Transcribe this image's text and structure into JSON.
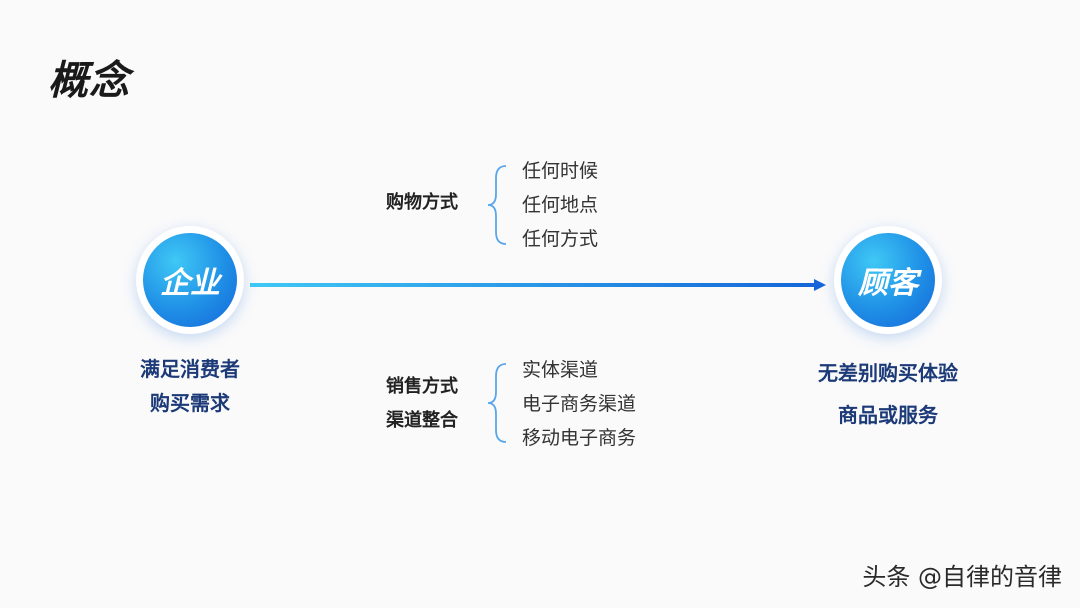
{
  "title": "概念",
  "left_node": {
    "label": "企业",
    "description": [
      "满足消费者",
      "购买需求"
    ]
  },
  "right_node": {
    "label": "顾客",
    "description": [
      "无差别购买体验",
      "商品或服务"
    ]
  },
  "top_group": {
    "labels": [
      "购物方式"
    ],
    "items": [
      "任何时候",
      "任何地点",
      "任何方式"
    ]
  },
  "bottom_group": {
    "labels": [
      "销售方式",
      "渠道整合"
    ],
    "items": [
      "实体渠道",
      "电子商务渠道",
      "移动电子商务"
    ]
  },
  "colors": {
    "accent": "#1f8fe6",
    "accent_light": "#3fc8f5",
    "accent_dark": "#1565d8",
    "text_dark_blue": "#1c3a78",
    "bracket": "#5aa6e8"
  },
  "watermark": "头条 @自律的音律"
}
